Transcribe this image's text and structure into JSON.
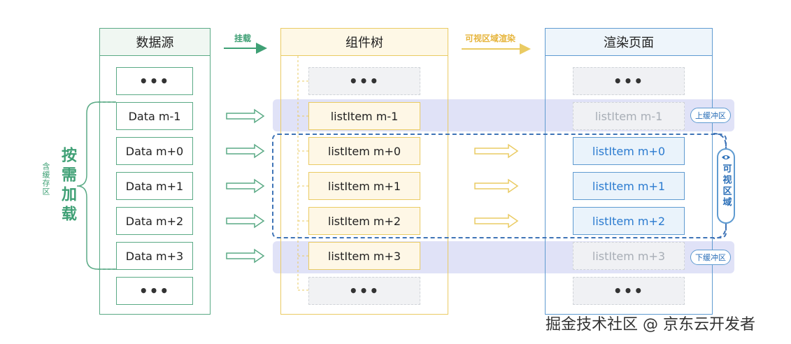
{
  "columns": {
    "data_source": "数据源",
    "component_tree": "组件树",
    "render_page": "渲染页面"
  },
  "arrows": {
    "mount": "挂载",
    "visible_render": "可视区域渲染"
  },
  "ellipsis": "•••",
  "data_items": [
    "Data m-1",
    "Data m+0",
    "Data m+1",
    "Data m+2",
    "Data m+3"
  ],
  "tree_items": [
    "listItem m-1",
    "listItem m+0",
    "listItem m+1",
    "listItem m+2",
    "listItem m+3"
  ],
  "render_items": [
    "listItem m-1",
    "listItem m+0",
    "listItem m+1",
    "listItem m+2",
    "listItem m+3"
  ],
  "tags": {
    "upper_buffer": "上缓冲区",
    "lower_buffer": "下缓冲区",
    "visible_area": "可视区域"
  },
  "side_labels": {
    "on_demand": "按需加载",
    "with_cache": "含缓存区"
  },
  "watermark": "掘金技术社区 @ 京东云开发者",
  "colors": {
    "green": "#5aaa85",
    "yellow": "#eacb63",
    "blue": "#5f9bd1",
    "band": "#c6cbf1"
  }
}
